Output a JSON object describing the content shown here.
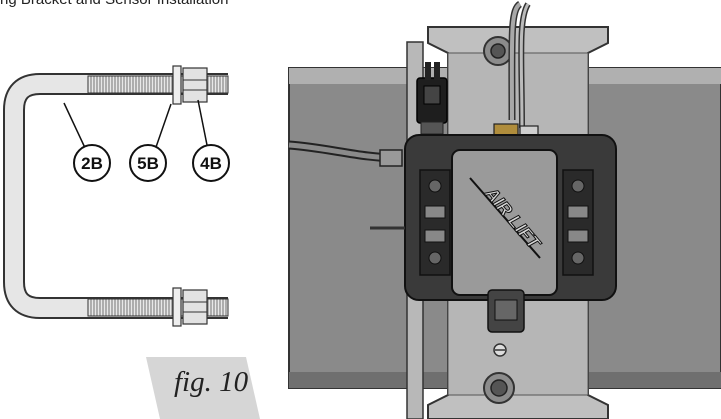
{
  "caption": "ng Bracket and Sensor Installation",
  "callouts": [
    "2B",
    "5B",
    "4B"
  ],
  "figure_label": "fig. 10",
  "brand_text": "AIR LIFT"
}
